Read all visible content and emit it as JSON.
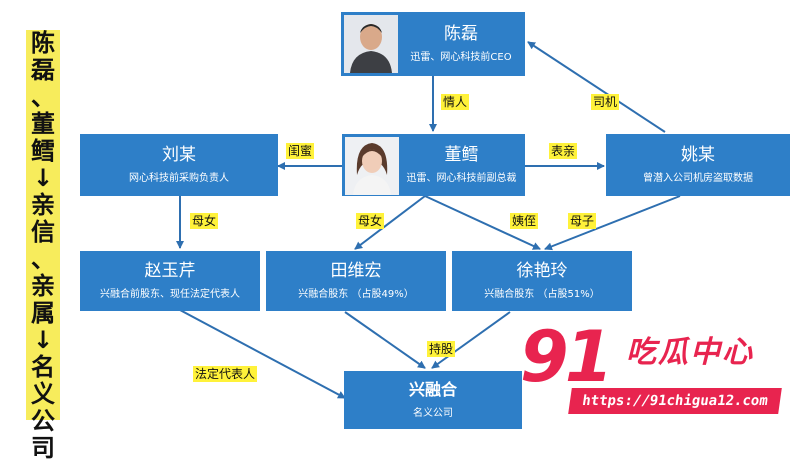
{
  "side_title": [
    "陈",
    "磊",
    "、",
    "董",
    "鳕",
    "↓",
    "亲",
    "信",
    "、",
    "亲",
    "属",
    "↓",
    "名",
    "义",
    "公",
    "司"
  ],
  "nodes": {
    "chen": {
      "name": "陈磊",
      "desc": "迅雷、网心科技前CEO"
    },
    "dong": {
      "name": "董鳕",
      "desc": "迅雷、网心科技前副总裁"
    },
    "liu": {
      "name": "刘某",
      "desc": "网心科技前采购负责人"
    },
    "yao": {
      "name": "姚某",
      "desc": "曾潜入公司机房盗取数据"
    },
    "zhao": {
      "name": "赵玉芹",
      "desc": "兴融合前股东、现任法定代表人"
    },
    "tian": {
      "name": "田维宏",
      "desc": "兴融合股东 （占股49%）"
    },
    "xu": {
      "name": "徐艳玲",
      "desc": "兴融合股东 （占股51%）"
    },
    "xrh": {
      "name": "兴融合",
      "desc": "名义公司"
    }
  },
  "edge_labels": {
    "lover": "情人",
    "driver": "司机",
    "bestie": "闺蜜",
    "cousin": "表亲",
    "mother_daughter_liu": "母女",
    "mother_daughter_dong": "母女",
    "aunt_niece": "姨侄",
    "mother_son": "母子",
    "legal_rep": "法定代表人",
    "holding": "持股"
  },
  "watermark": {
    "number": "91",
    "brand": "吃瓜中心",
    "url": "https://91chigua12.com"
  },
  "colors": {
    "node": "#2e7fc8",
    "edge": "#2e6fb0",
    "label_bg": "#fff23a",
    "title_bg": "#f7ec5c",
    "watermark": "#e8244f"
  }
}
